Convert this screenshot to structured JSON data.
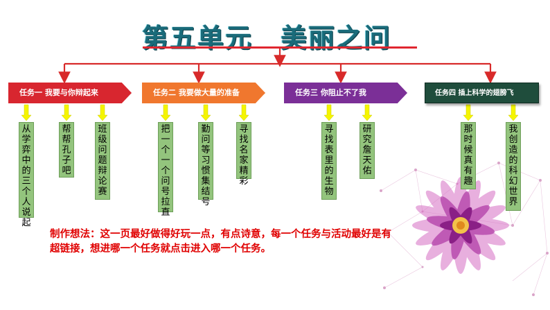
{
  "title": "第五单元　美丽之问",
  "tasks": [
    {
      "label": "任务一 我要与你辩起来",
      "color": "#d8262f",
      "subs": [
        "从学弈中的三个人说起",
        "帮帮孔子吧",
        "班级问题辩论赛"
      ]
    },
    {
      "label": "任务二 我要做大量的准备",
      "color": "#f0772e",
      "subs": [
        "把一个一个问号拉直",
        "勤问等习惯集结号",
        "寻找名家精彩"
      ]
    },
    {
      "label": "任务三 你阻止不了我",
      "color": "#7b2f97",
      "subs": [
        "寻找表里的生物",
        "研究詹天佑"
      ]
    },
    {
      "label": "任务四 插上科学的翅膀飞",
      "color": "#1f4d3c",
      "subs": [
        "那时候真有趣",
        "我创造的科幻世界"
      ]
    }
  ],
  "note": "制作想法：这一页最好做得好玩一点，有点诗意，每一个任务与活动最好是有超链接，想进哪一个任务就点击进入哪一个任务。",
  "colors": {
    "connector": "#d82a2a",
    "arrow": "#f5f500",
    "sub_fill": "#93c47d"
  }
}
